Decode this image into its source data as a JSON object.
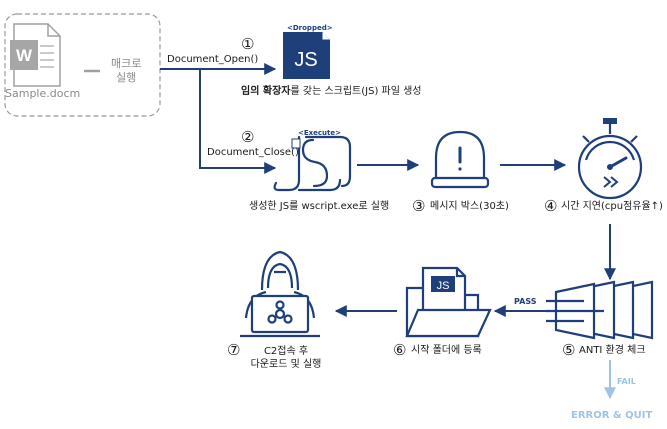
{
  "source": {
    "filename": "Sample.docm",
    "action": "매크로\n실행"
  },
  "flow": {
    "open_event": "Document_Open()",
    "close_event": "Document_Close()",
    "pass_label": "PASS",
    "fail_label": "FAIL",
    "error_label": "ERROR & QUIT"
  },
  "steps": [
    {
      "num": "①",
      "tag": "<Dropped>",
      "icon_text": "JS",
      "caption_bold": "임의 확장자",
      "caption_rest": "를 갖는 스크립트(JS) 파일 생성"
    },
    {
      "num": "②",
      "tag": "<Execute>",
      "caption": "생성한 JS를 wscript.exe로 실행"
    },
    {
      "num": "③",
      "caption": "메시지 박스(30초)"
    },
    {
      "num": "④",
      "caption": "시간 지연(cpu점유율↑)"
    },
    {
      "num": "⑤",
      "caption": "ANTI 환경 체크"
    },
    {
      "num": "⑥",
      "icon_text": "JS",
      "caption": "시작 폴더에 등록"
    },
    {
      "num": "⑦",
      "caption": "C2접속 후\n다운로드 및 실행"
    }
  ],
  "colors": {
    "navy": "#1e3f7a",
    "grey": "#a0a0a0",
    "light_blue": "#9dc3e6"
  },
  "icons": [
    "word-document-icon",
    "js-file-icon",
    "js-scroll-icon",
    "alarm-icon",
    "stopwatch-icon",
    "anti-check-icon",
    "folder-icon",
    "hacker-icon"
  ]
}
